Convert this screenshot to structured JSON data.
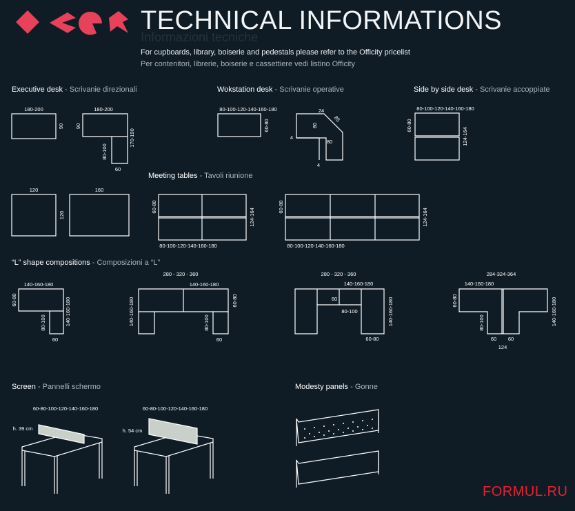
{
  "header": {
    "logo": "shape-logo",
    "title": "TECHNICAL INFORMATIONS",
    "subtitle": "Informazioni tecniche",
    "note_en": "For cupboards, library, boiserie and pedestals please refer to the Officity pricelist",
    "note_it": "Per contenitori, librerie, boiserie e cassettiere vedi listino Officity"
  },
  "colors": {
    "background": "#0f1c26",
    "line": "#ffffff",
    "logo": "#e8425a",
    "watermark": "#e8202e",
    "panel": "#c9d0ca"
  },
  "sections": {
    "executive": {
      "label": "Executive desk",
      "sep": " - ",
      "label_it": "Scrivanie direzionali"
    },
    "workstation": {
      "label": "Wokstation desk",
      "sep": " - ",
      "label_it": "Scrivanie operative"
    },
    "side": {
      "label": "Side by side desk",
      "sep": " - ",
      "label_it": "Scrivanie accoppiate"
    },
    "meeting": {
      "label": "Meeting tables",
      "sep": " - ",
      "label_it": "Tavoli riunione"
    },
    "lshape": {
      "label": "“L” shape compositions",
      "sep": " - ",
      "label_it": "Composizioni a “L”"
    },
    "screen": {
      "label": "Screen",
      "sep": " - ",
      "label_it": "Pannelli schermo"
    },
    "modesty": {
      "label": "Modesty panels",
      "sep": " - ",
      "label_it": "Gonne"
    }
  },
  "dims": {
    "exec_w1": "180-200",
    "exec_h1": "90",
    "exec_w2": "180-200",
    "exec_h2": "90",
    "exec_ret_h": "170-190",
    "exec_ret_l": "80-100",
    "exec_ret_w": "60",
    "ws_w": "80-100-120-140-160-180",
    "ws_h": "60-80",
    "ws_corner_24": "24",
    "ws_corner_85": "85",
    "ws_corner_80v": "80",
    "ws_corner_80h": "80",
    "ws_corner_4a": "4",
    "ws_corner_4b": "4",
    "side_w": "80-100-120-140-160-180",
    "side_l": "60-80",
    "side_r": "124-164",
    "mt_sq_w": "120",
    "mt_rect_w": "160",
    "mt_h": "120",
    "mt4_l": "60-80",
    "mt4_r": "124-164",
    "mt4_w": "80-100-120-140-160-180",
    "mt6_l": "60-80",
    "mt6_r": "124-164",
    "mt6_w": "80-100-120-140-160-180",
    "l1_top": "140-160-180",
    "l1_l": "60-80",
    "l1_r": "140-160-180",
    "l1_ret": "80-100",
    "l1_w": "60",
    "l2_tot": "280 - 320 - 360",
    "l2_top": "140-160-180",
    "l2_l": "140-160-180",
    "l2_r": "60-80",
    "l2_ret": "80-100",
    "l2_w": "60",
    "l3_tot": "280 - 320 - 360",
    "l3_top": "140-160-180",
    "l3_60": "60",
    "l3_mid": "80-100",
    "l3_r": "140-160-180",
    "l3_b": "60-80",
    "l4_tot": "284-324-364",
    "l4_top": "140-160-180",
    "l4_l": "60-80",
    "l4_r": "140-160-180",
    "l4_ret": "80-100",
    "l4_w1": "60",
    "l4_w2": "60",
    "l4_sum": "124",
    "scr1_w": "60-80-100-120-140-160-180",
    "scr1_h": "h. 39 cm",
    "scr2_w": "60-80-100-120-140-160-180",
    "scr2_h": "h. 54 cm"
  },
  "watermark": "FORMUL.RU"
}
